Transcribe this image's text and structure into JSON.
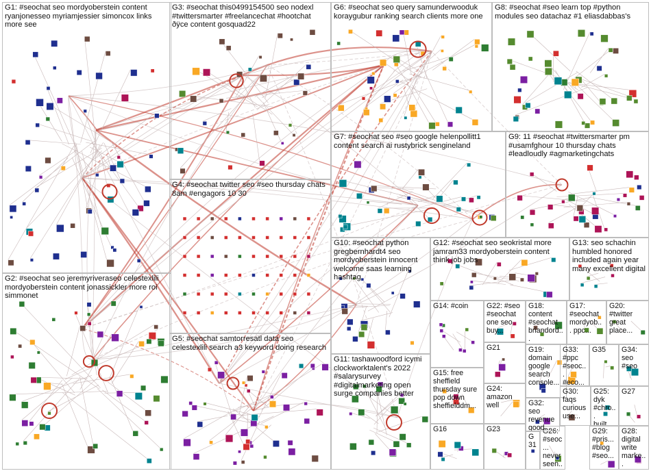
{
  "groups": [
    {
      "id": "G1",
      "label": "G1: #seochat seo mordyoberstein content ryanjonesseo myriamjessier simoncox links more see"
    },
    {
      "id": "G2",
      "label": "G2: #seochat seo jeremyriveraseo celestexlili mordyoberstein content jonassickler more roi simmonet"
    },
    {
      "id": "G3",
      "label": "G3: #seochat this0499154500 seo nodexl #twittersmarter #freelancechat #hootchat ðÿce content gosquad22"
    },
    {
      "id": "G4",
      "label": "G4: #seochat twitter seo #seo thursday chats 8am #engagors 10 30"
    },
    {
      "id": "G5",
      "label": "G5: #seochat samtorresatl data seo celestexlili search a3 keyword doing research"
    },
    {
      "id": "G6",
      "label": "G6: #seochat seo query samunderwooduk koraygubur ranking search clients more one"
    },
    {
      "id": "G7",
      "label": "G7: #seochat seo #seo google helenpollitt1 content search ai rustybrick sengineland"
    },
    {
      "id": "G8",
      "label": "G8: #seochat #seo learn top #python modules seo datachaz #1 eliasdabbas's"
    },
    {
      "id": "G9",
      "label": "G9: 11 #seochat #twittersmarter pm #usamfghour 10 thursday chats #leadloudly #agmarketingchats"
    },
    {
      "id": "G10",
      "label": "G10: #seochat python gregbernhardt4 seo mordyoberstein innocent welcome saas learning hashtag"
    },
    {
      "id": "G11",
      "label": "G11: tashawoodford icymi clockworktalent's 2022 #salarysurvey #digitalmarketing open surge companies better"
    },
    {
      "id": "G12",
      "label": "G12: #seochat seo seokristal more jamram33 mordyoberstein content think job jobs"
    },
    {
      "id": "G13",
      "label": "G13: seo schachin humbled honored included again year many excellent digital"
    },
    {
      "id": "G14",
      "label": "G14: #coin"
    },
    {
      "id": "G15",
      "label": "G15: free sheffield thursday sure pop down sheffielddm..."
    },
    {
      "id": "G16",
      "label": "G16"
    },
    {
      "id": "G17",
      "label": "G17: #seochat mordyob... ppc..."
    },
    {
      "id": "G18",
      "label": "G18: content #seochat briandord..."
    },
    {
      "id": "G19",
      "label": "G19: domain google search console..."
    },
    {
      "id": "G20",
      "label": "G20: #twitter great place..."
    },
    {
      "id": "G21",
      "label": "G21"
    },
    {
      "id": "G22",
      "label": "G22: #seo #seochat one seo buy..."
    },
    {
      "id": "G23",
      "label": "G23"
    },
    {
      "id": "G24",
      "label": "G24: amazon well"
    },
    {
      "id": "G25",
      "label": "G25: dyk #chro... built..."
    },
    {
      "id": "G26",
      "label": "G26: #seoc... never seen..."
    },
    {
      "id": "G27",
      "label": "G27"
    },
    {
      "id": "G28",
      "label": "G28: digital write marke..."
    },
    {
      "id": "G29",
      "label": "G29: #pris... #blog #seo..."
    },
    {
      "id": "G30",
      "label": "G30: faqs curious use..."
    },
    {
      "id": "G31",
      "label": "G31"
    },
    {
      "id": "G32",
      "label": "G32: seo revenue good..."
    },
    {
      "id": "G33",
      "label": "G33: #ppc #seoc... #eco..."
    },
    {
      "id": "G34",
      "label": "G34: seo #seo"
    },
    {
      "id": "G35",
      "label": "G35"
    }
  ],
  "colors": {
    "border": "#bdbdbd",
    "edge": "#9c6b6b",
    "edge_strong": "#c0392b",
    "edge_light": "#c8b8b8",
    "node_group_palette": [
      "#1f2f8f",
      "#2e7d32",
      "#6d4c41",
      "#d32f2f",
      "#7b1fa2",
      "#f9a825",
      "#00838f",
      "#558b2f",
      "#ad1457"
    ]
  }
}
